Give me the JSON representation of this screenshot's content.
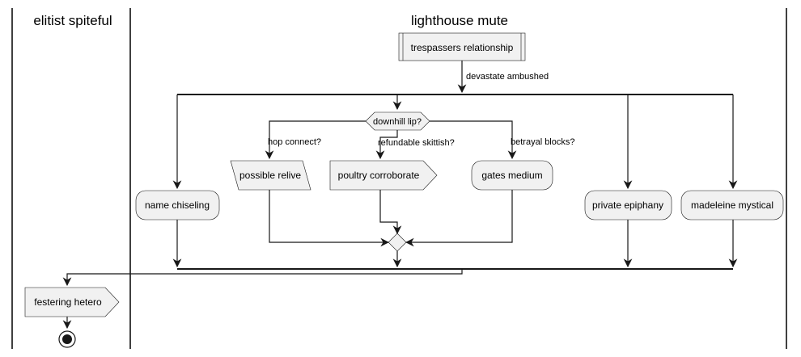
{
  "lanes": {
    "left": "elitist spiteful",
    "right": "lighthouse mute"
  },
  "nodes": {
    "start_sub": "trespassers relationship",
    "fork_label": "devastate ambushed",
    "decision": "downhill lip?",
    "branch1_label": "hop connect?",
    "branch2_label": "refundable skittish?",
    "branch3_label": "betrayal blocks?",
    "input_node": "possible relive",
    "poultry": "poultry corroborate",
    "gates": "gates medium",
    "name": "name chiseling",
    "private": "private epiphany",
    "madeleine": "madeleine mystical",
    "festering": "festering hetero"
  }
}
